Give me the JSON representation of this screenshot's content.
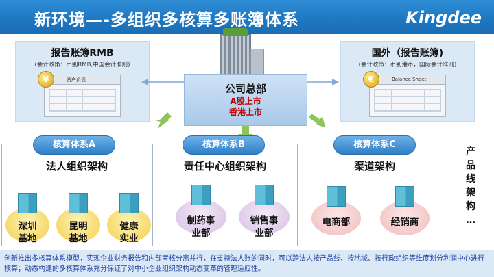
{
  "header": {
    "title": "新环境—-多组织多核算多账簿体系",
    "logo": "Kingdee"
  },
  "left_box": {
    "title": "报告账簿RMB",
    "subtitle": "(会计政策：币别RMB,中国会计准则)",
    "ledger_label": "资产负债",
    "coin_symbol": "¥"
  },
  "right_box": {
    "title": "国外（报告账簿)",
    "subtitle": "(会计政策：币别港币，国际会计准则)",
    "ledger_label": "Balance Sheet",
    "coin_symbol": "€"
  },
  "hq": {
    "name": "公司总部",
    "line1": "A股上市",
    "line2": "香港上市"
  },
  "systems": [
    {
      "pill": "核算体系A",
      "heading": "法人组织架构",
      "nodes": [
        {
          "label": "深圳\n基地"
        },
        {
          "label": "昆明\n基地"
        },
        {
          "label": "健康\n实业"
        }
      ]
    },
    {
      "pill": "核算体系B",
      "heading": "责任中心组织架构",
      "nodes": [
        {
          "label": "制药事\n业部"
        },
        {
          "label": "销售事\n业部"
        }
      ]
    },
    {
      "pill": "核算体系C",
      "heading": "渠道架构",
      "nodes": [
        {
          "label": "电商部"
        },
        {
          "label": "经销商"
        }
      ]
    }
  ],
  "side_vertical": "产品线架构…",
  "footer": {
    "text": "创新推出多核算体系模型，实现企业财务报告和内部考核分离并行，在支持法人账的同时，可以跨法人按产品线、按地域、按行政组织等维度划分利润中心进行核算；动态构建的多核算体系充分保证了对中小企业组织架构动态变革的管理适应性。"
  },
  "colors": {
    "header_blue": "#1f78c2",
    "pill_blue": "#2f7fc6",
    "hq_red": "#c00000",
    "arrow_green": "#8fc45a",
    "footer_text": "#1f3fa0"
  }
}
